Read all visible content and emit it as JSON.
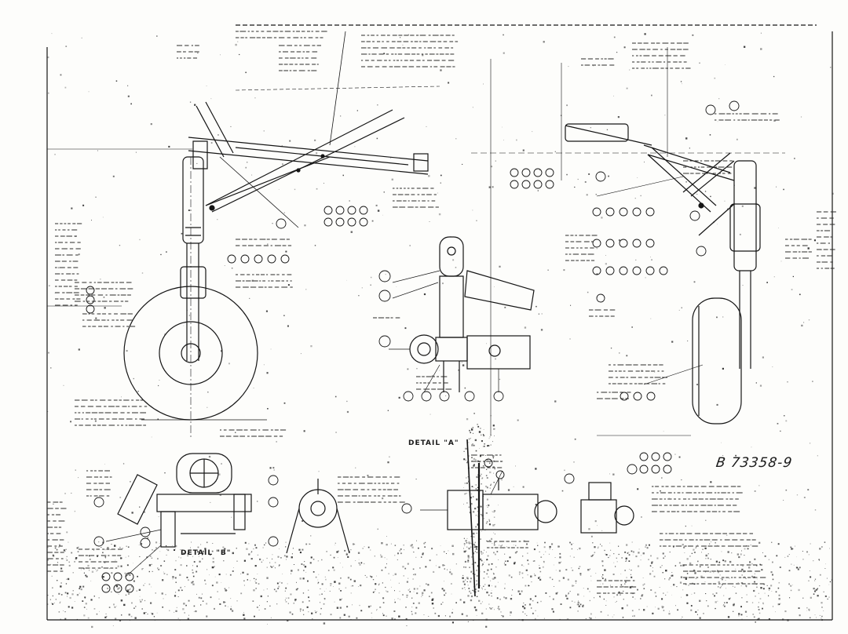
{
  "drawing": {
    "number": "B 73358-9",
    "detail_a": "DETAIL \"A\"",
    "detail_b": "DETAIL \"B\""
  }
}
